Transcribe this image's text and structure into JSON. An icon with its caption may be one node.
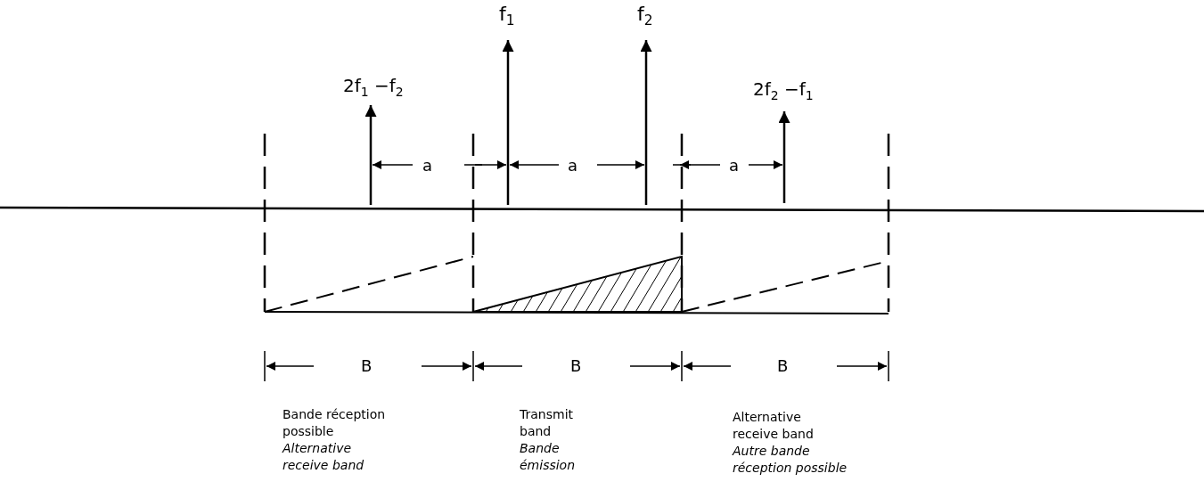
{
  "diagram": {
    "labels": [
      "f$_{1}$",
      "f$_{2}$",
      "2f$_{1}$ −f$_{2}$",
      "2f$_{2}$ −f$_{1}$",
      "a",
      "a",
      "a",
      "B",
      "B",
      "B",
      "Bande réception possible",
      "Alternative receive band",
      "Transmit band",
      "Bande émission",
      "Alternative receive band",
      "Autre bande réception possible"
    ]
  }
}
